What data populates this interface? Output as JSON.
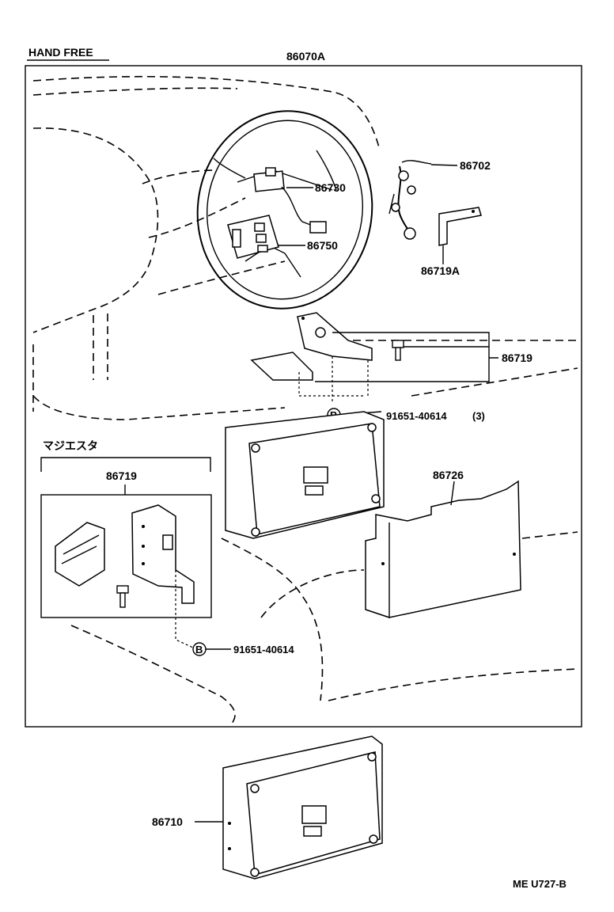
{
  "header": {
    "section_title": "HAND FREE",
    "assembly_number": "86070A"
  },
  "parts": {
    "p86702": "86702",
    "p86730": "86730",
    "p86750": "86750",
    "p86719A": "86719A",
    "p86719_main": "86719",
    "p91651_main": "91651-40614",
    "p91651_main_qty": "(3)",
    "p86726": "86726",
    "p86719_inset": "86719",
    "p91651_inset": "91651-40614",
    "p86710": "86710"
  },
  "inset": {
    "variant_label": "マジエスタ"
  },
  "markers": {
    "b_callout": "B"
  },
  "footer": {
    "diagram_code": "ME U727-B"
  }
}
